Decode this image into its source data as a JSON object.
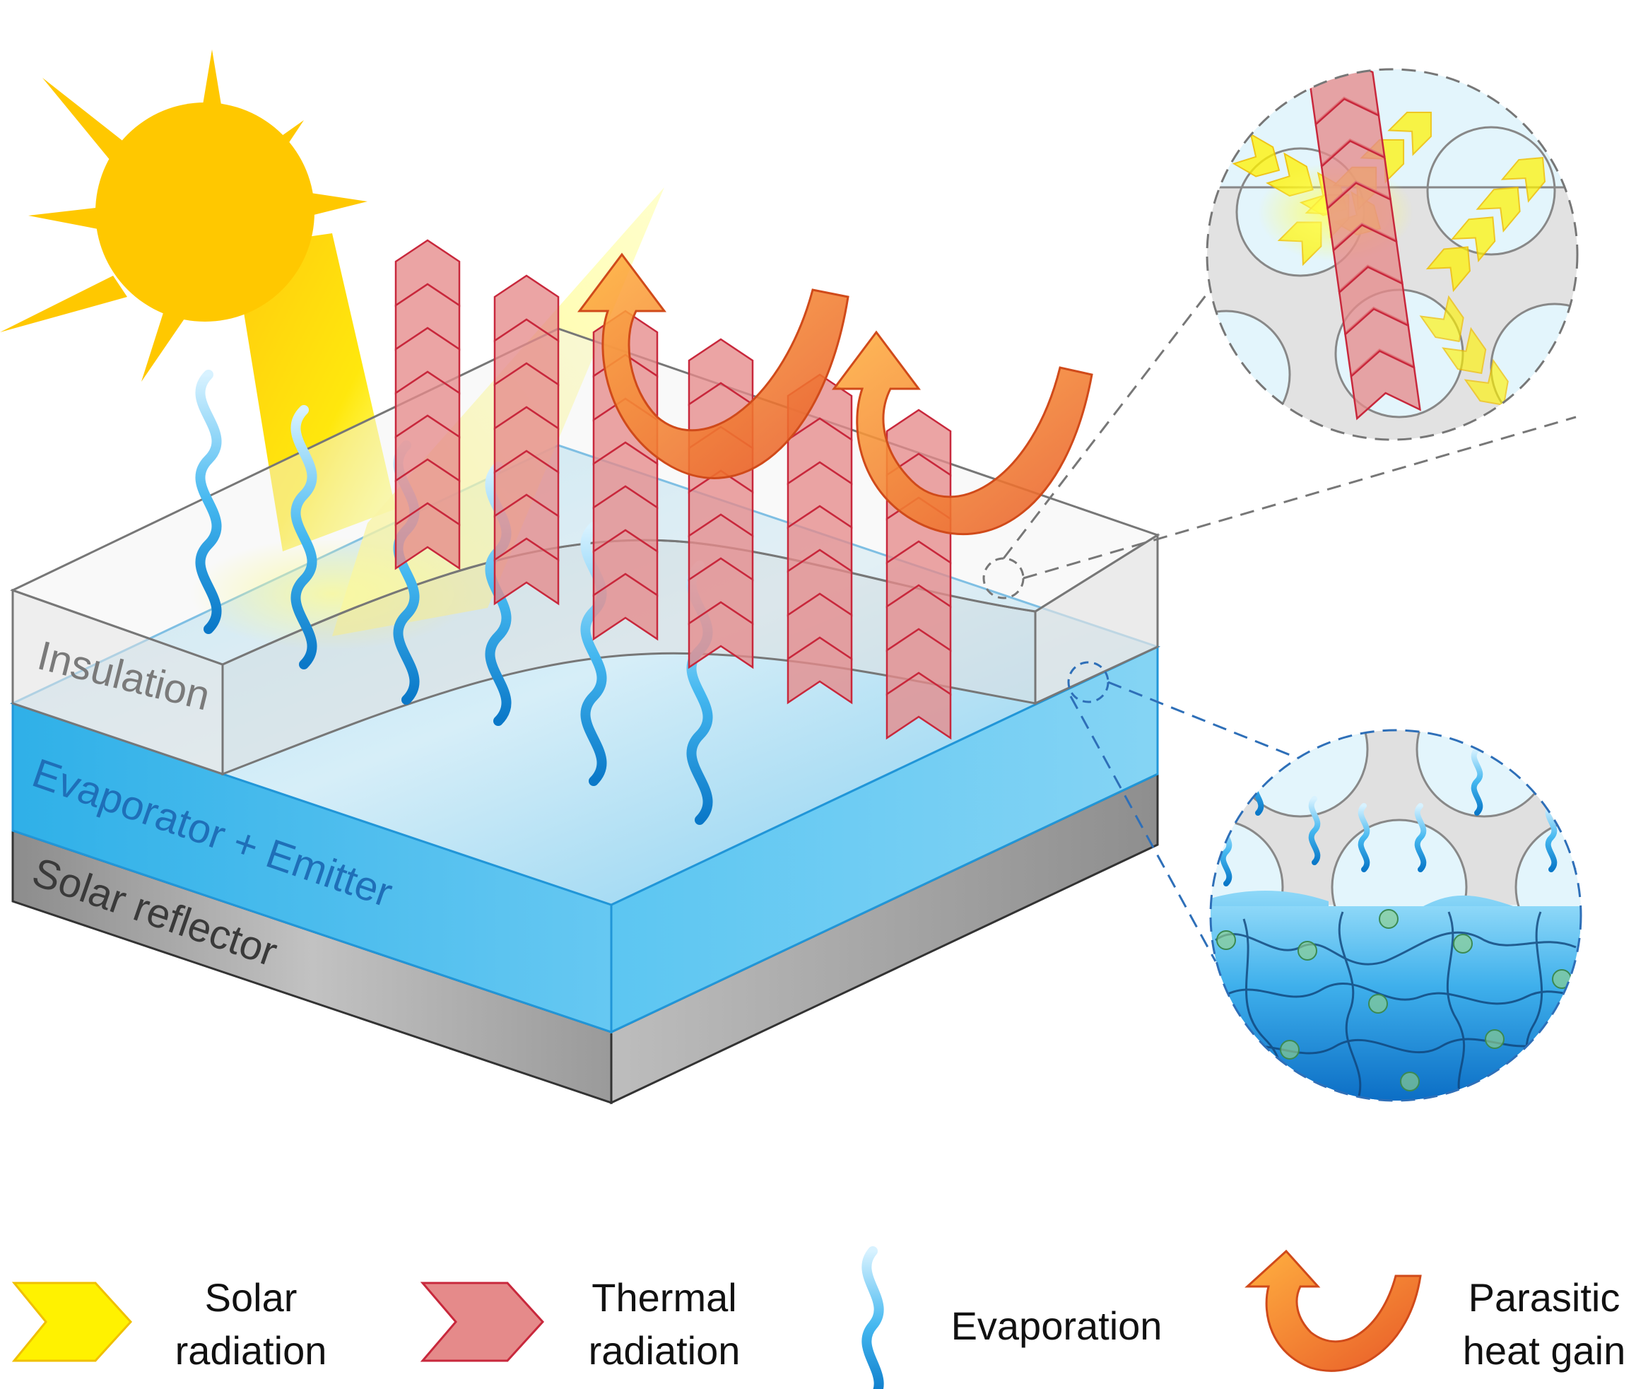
{
  "layers": {
    "insulation": "Insulation",
    "evaporator": "Evaporator + Emitter",
    "reflector": "Solar reflector"
  },
  "legend": {
    "solar": {
      "line1": "Solar",
      "line2": "radiation"
    },
    "thermal": {
      "line1": "Thermal",
      "line2": "radiation"
    },
    "evaporation": {
      "line1": "Evaporation"
    },
    "parasitic": {
      "line1": "Parasitic",
      "line2": "heat gain"
    }
  },
  "colors": {
    "sun": "#FFC800",
    "solar_beam": "#FFE800",
    "thermal": "#E07070",
    "thermal_edge": "#C8283C",
    "evaporation": "#1E90D8",
    "parasitic": "#F07830",
    "water": "#4CC2F0",
    "reflector": "#A8A8A8",
    "insulation": "#E4E4E4"
  },
  "icons": [
    "sun-icon",
    "solar-chevron-icon",
    "thermal-chevron-icon",
    "evaporation-wave-icon",
    "parasitic-curved-arrow-icon"
  ]
}
